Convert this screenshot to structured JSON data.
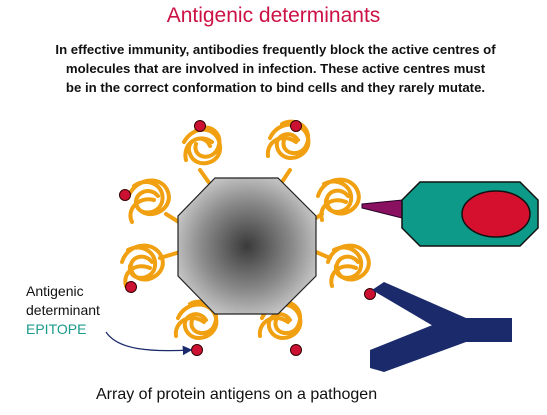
{
  "title": "Antigenic determinants",
  "intro_lines": [
    "In effective immunity, antibodies frequently block the active centres of",
    "molecules that are involved in infection. These active centres must",
    "be in the correct conformation to bind cells and they rarely mutate."
  ],
  "labels": {
    "antigenic": "Antigenic",
    "determinant": "determinant",
    "epitope": "EPITOPE"
  },
  "caption": "Array of protein antigens on a pathogen",
  "colors": {
    "title": "#cc1144",
    "protein_coil": "#f0a010",
    "epitope_dot": "#cc1133",
    "cell_body": "#0e9a88",
    "cell_nucleus": "#d4102e",
    "antibody": "#1a2a6a",
    "epitope_label": "#1a9a8a"
  }
}
